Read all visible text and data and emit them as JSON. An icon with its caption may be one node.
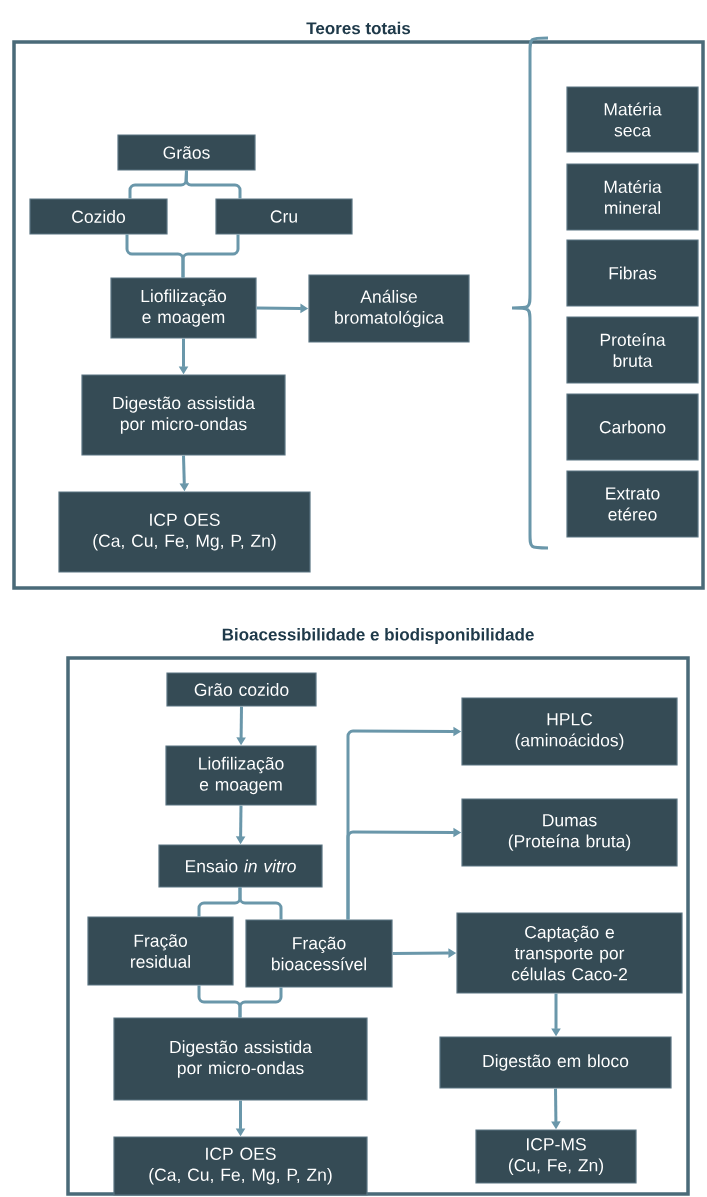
{
  "diagram": {
    "nodes": [
      {
        "text": [
          "Teores totais"
        ]
      },
      {
        "text": [
          "Grãos"
        ],
        "in": 0
      },
      {
        "text": [
          "Cozido"
        ],
        "in": 0
      },
      {
        "text": [
          "Cru"
        ],
        "in": 0
      },
      {
        "text": [
          "Liofilização e moagem"
        ],
        "in": 0
      },
      {
        "text": [
          "Análise bromatológica"
        ],
        "in": 0
      },
      {
        "text": [
          "Digestão assistida por micro-ondas"
        ],
        "in": 0
      },
      {
        "text": [
          "ICP OES",
          "(Ca, Cu, Fe, Mg, P, Zn)"
        ],
        "in": 0
      },
      {
        "text": [
          "Matéria seca"
        ],
        "in": 0
      },
      {
        "text": [
          "Matéria mineral"
        ],
        "in": 0
      },
      {
        "text": [
          "Fibras"
        ],
        "in": 0
      },
      {
        "text": [
          "Proteína bruta"
        ],
        "in": 0
      },
      {
        "text": [
          "Carbono"
        ],
        "in": 0
      },
      {
        "text": [
          "Extrato etéreo"
        ],
        "in": 0
      },
      {
        "text": [
          "Bioacessibilidade e biodisponibilidade"
        ]
      },
      {
        "text": [
          "Grão cozido"
        ],
        "in": 14
      },
      {
        "text": [
          "Liofilização e moagem"
        ],
        "in": 14
      },
      {
        "text": [
          "Ensaio *in vitro*"
        ],
        "in": 14
      },
      {
        "text": [
          "Fração residual"
        ],
        "in": 14
      },
      {
        "text": [
          "Fração bioacessível"
        ],
        "in": 14
      },
      {
        "text": [
          "HPLC",
          "(aminoácidos)"
        ],
        "in": 14
      },
      {
        "text": [
          "Dumas",
          "(Proteína bruta)"
        ],
        "in": 14
      },
      {
        "text": [
          "Digestão assistida por micro-ondas"
        ],
        "in": 14
      },
      {
        "text": [
          "Captação e transporte por células Caco-2"
        ],
        "in": 14
      },
      {
        "text": [
          "Digestão em bloco"
        ],
        "in": 14
      },
      {
        "text": [
          "ICP OES",
          "(Ca, Cu, Fe, Mg, P, Zn)"
        ],
        "in": 14
      },
      {
        "text": [
          "ICP-MS",
          "(Cu, Fe, Zn)"
        ],
        "in": 14
      }
    ],
    "edges": [
      {
        "from": 1,
        "to": 2,
        "arrow": "none"
      },
      {
        "from": 1,
        "to": 3,
        "arrow": "none"
      },
      {
        "from": 2,
        "to": 4,
        "arrow": "none"
      },
      {
        "from": 3,
        "to": 4,
        "arrow": "none"
      },
      {
        "from": 4,
        "to": 5,
        "arrow": "to"
      },
      {
        "from": 4,
        "to": 6,
        "arrow": "to"
      },
      {
        "from": 6,
        "to": 7,
        "arrow": "to"
      },
      {
        "from": 15,
        "to": 16,
        "arrow": "to"
      },
      {
        "from": 16,
        "to": 17,
        "arrow": "to"
      },
      {
        "from": 17,
        "to": 18,
        "arrow": "none"
      },
      {
        "from": 17,
        "to": 19,
        "arrow": "none"
      },
      {
        "from": 18,
        "to": 22,
        "arrow": "none"
      },
      {
        "from": 19,
        "to": 22,
        "arrow": "none"
      },
      {
        "from": 19,
        "to": 20,
        "arrow": "to"
      },
      {
        "from": 19,
        "to": 21,
        "arrow": "to"
      },
      {
        "from": 19,
        "to": 23,
        "arrow": "to"
      },
      {
        "from": 22,
        "to": 25,
        "arrow": "to"
      },
      {
        "from": 23,
        "to": 24,
        "arrow": "to"
      },
      {
        "from": 24,
        "to": 26,
        "arrow": "to"
      }
    ]
  }
}
